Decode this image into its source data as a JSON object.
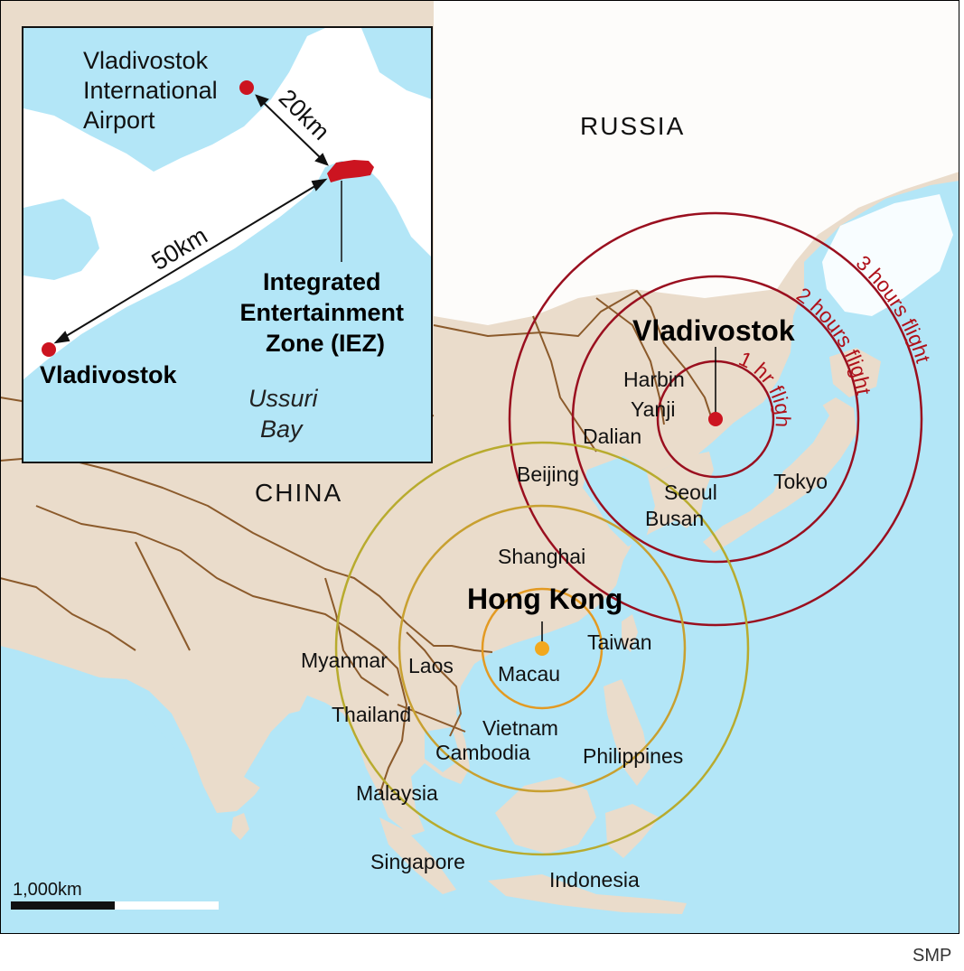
{
  "map": {
    "countries": {
      "russia": "RUSSIA",
      "china": "CHINA"
    },
    "hubs": {
      "vladivostok": "Vladivostok",
      "hong_kong": "Hong Kong"
    },
    "cities": {
      "harbin": "Harbin",
      "yanji": "Yanji",
      "dalian": "Dalian",
      "beijing": "Beijing",
      "seoul": "Seoul",
      "busan": "Busan",
      "tokyo": "Tokyo",
      "shanghai": "Shanghai",
      "taiwan": "Taiwan",
      "macau": "Macau",
      "myanmar": "Myanmar",
      "laos": "Laos",
      "thailand": "Thailand",
      "vietnam": "Vietnam",
      "cambodia": "Cambodia",
      "philippines": "Philippines",
      "malaysia": "Malaysia",
      "singapore": "Singapore",
      "indonesia": "Indonesia"
    },
    "flight_rings": {
      "one_hour": "1 hr flight",
      "two_hours": "2 hours flight",
      "three_hours": "3 hours flight"
    },
    "scale": {
      "label": "1,000km"
    },
    "credit": "SMP",
    "colors": {
      "sea": "#b3e6f7",
      "land": "#eadccb",
      "border": "#8b5a2b",
      "vladivostok_ring": "#9a0f1f",
      "hk_ring": "#e39a22",
      "hk_ring_mid": "#c8a030",
      "hk_ring_outer": "#b8ab2e",
      "marker_red": "#cc1420",
      "marker_orange": "#f2a81d"
    }
  },
  "inset": {
    "airport_lines": [
      "Vladivostok",
      "International",
      "Airport"
    ],
    "iez_lines": [
      "Integrated",
      "Entertainment",
      "Zone (IEZ)"
    ],
    "vladivostok": "Vladivostok",
    "bay_lines": [
      "Ussuri",
      "Bay"
    ],
    "distance_airport": "20km",
    "distance_city": "50km"
  }
}
